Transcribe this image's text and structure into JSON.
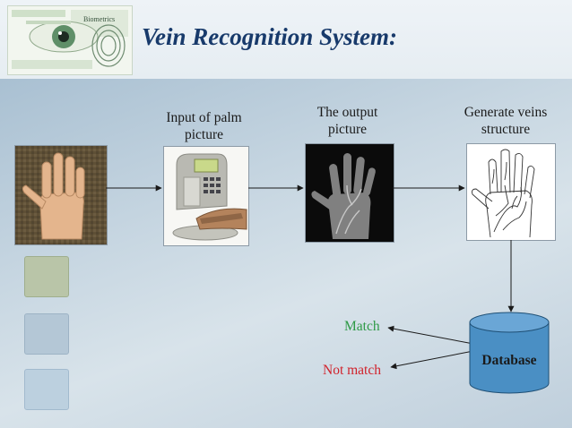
{
  "title": "Vein Recognition System:",
  "logo": {
    "caption": "Biometrics"
  },
  "steps": [
    {
      "label": "Input of palm picture"
    },
    {
      "label": "The output picture"
    },
    {
      "label": "Generate veins structure"
    }
  ],
  "database": {
    "label": "Database"
  },
  "results": {
    "match": "Match",
    "not_match": "Not match"
  },
  "colors": {
    "title": "#183a6b",
    "match": "#2e9a46",
    "not_match": "#d1222b",
    "database_fill": "#4a8fc4"
  }
}
